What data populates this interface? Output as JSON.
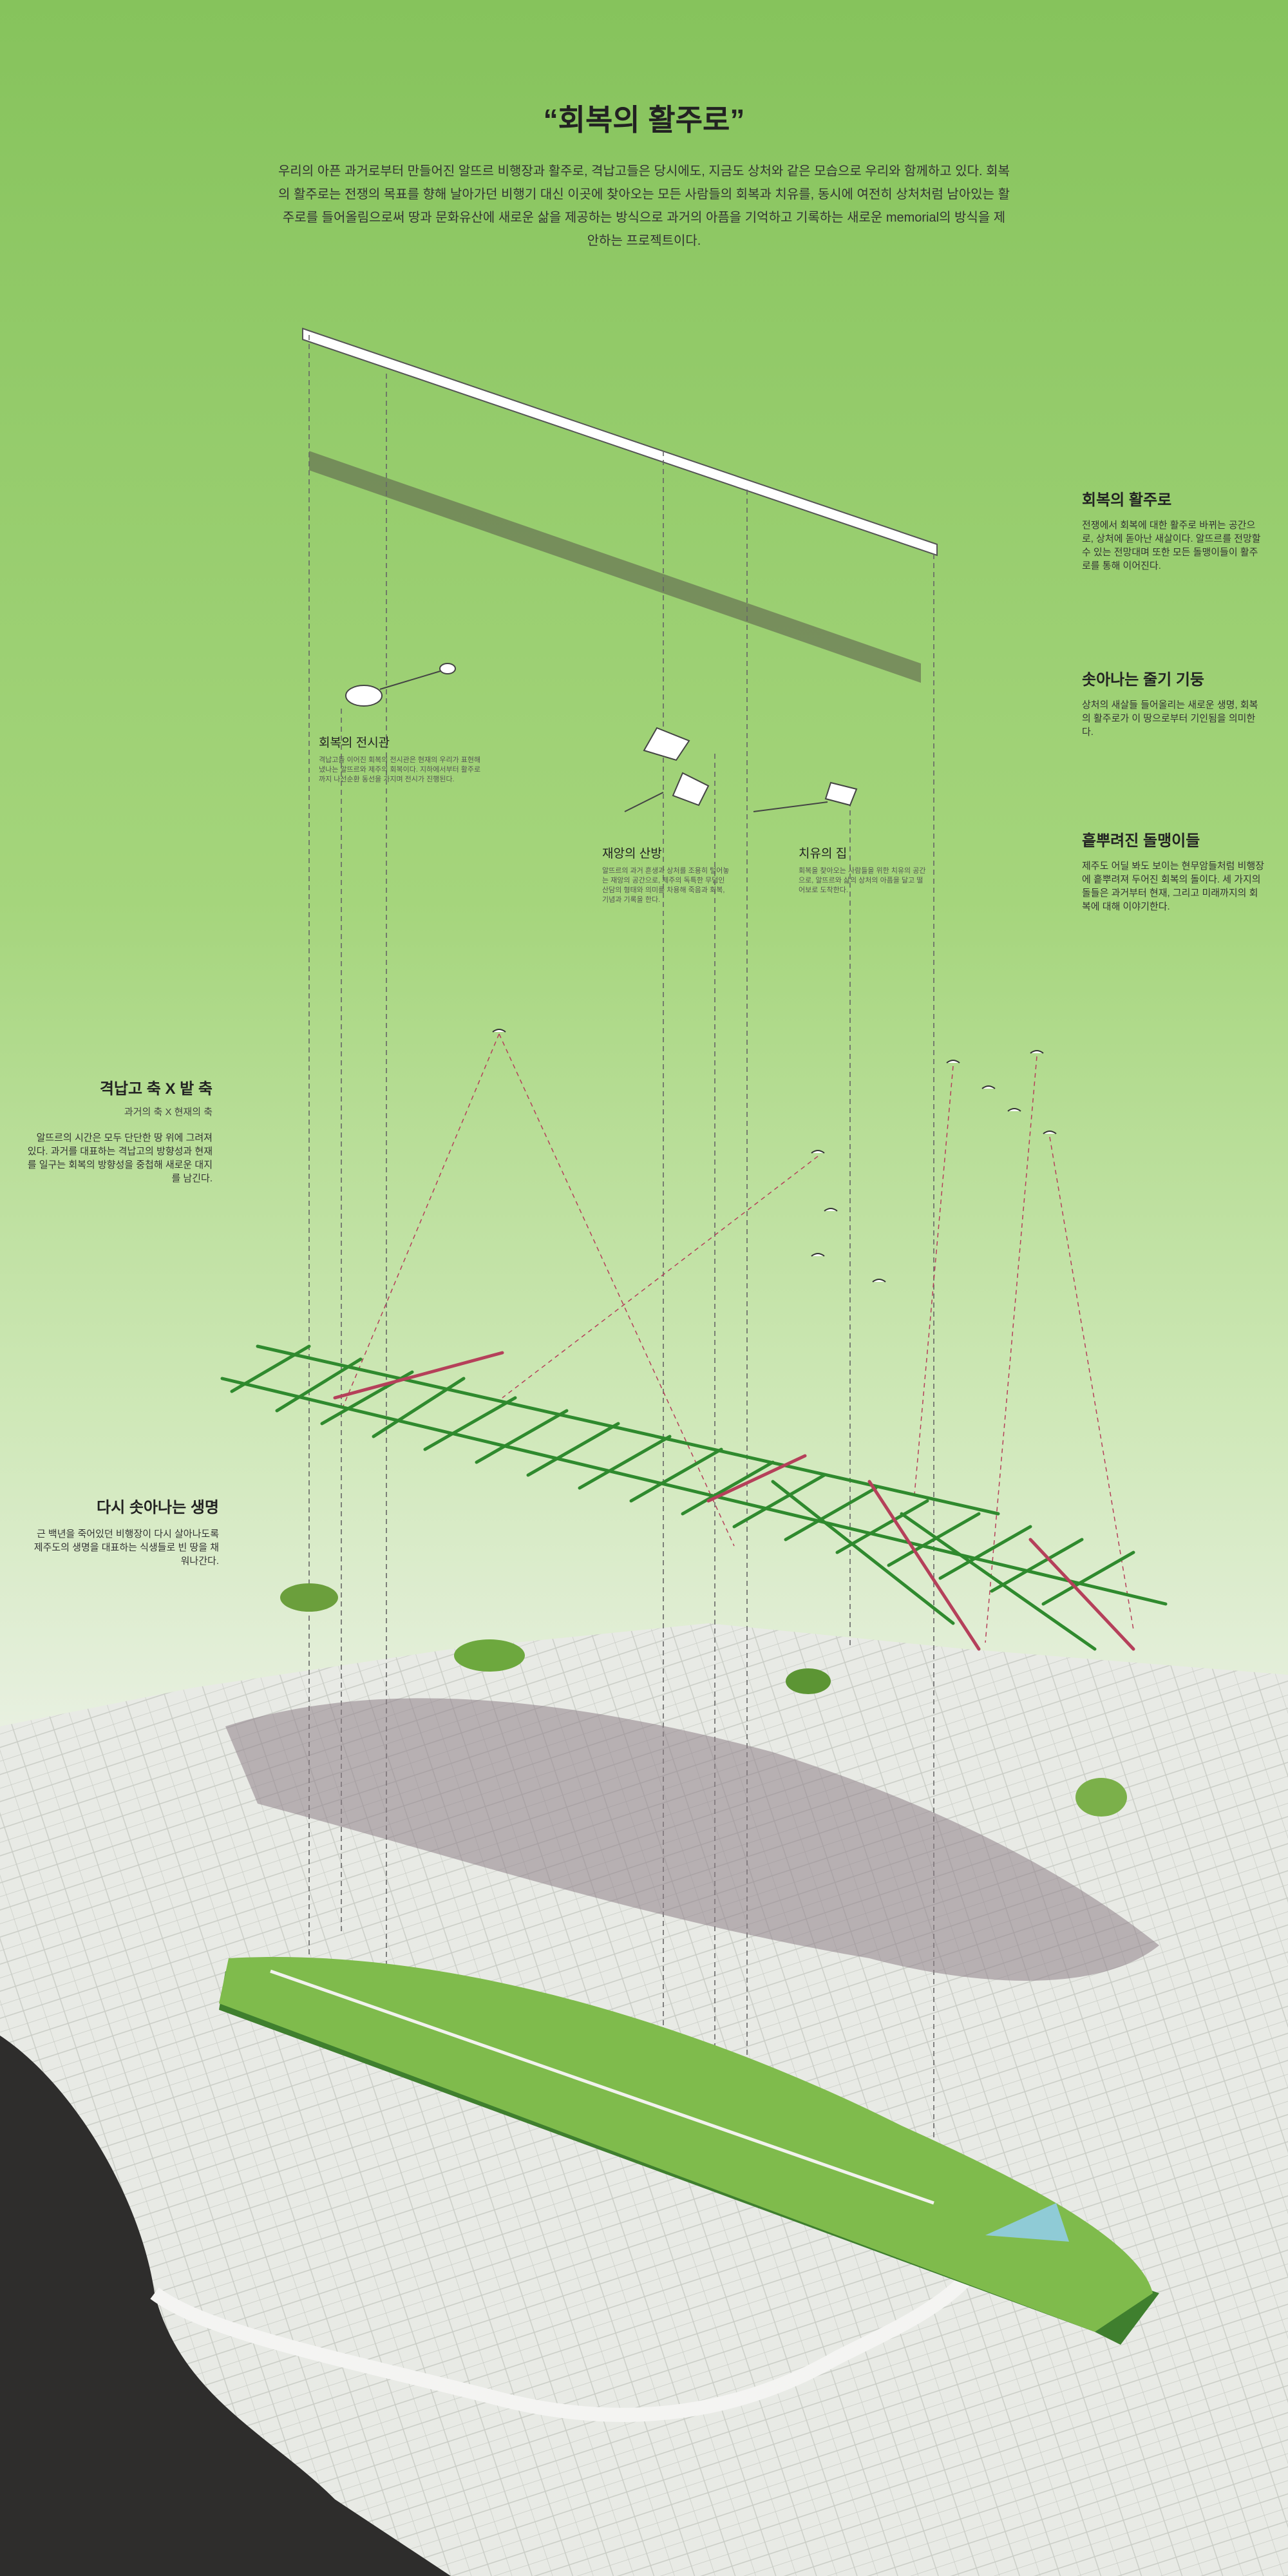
{
  "title": "“회복의 활주로”",
  "intro": "우리의 아픈 과거로부터 만들어진 알뜨르 비행장과 활주로, 격납고들은 당시에도, 지금도 상처와 같은 모습으로 우리와 함께하고 있다. 회복의 활주로는 전쟁의 목표를 향해 날아가던 비행기 대신 이곳에 찾아오는 모든 사람들의 회복과 치유를, 동시에 여전히 상처처럼 남아있는 활주로를 들어올림으로써 땅과 문화유산에 새로운 삶을 제공하는 방식으로 과거의 아픔을 기억하고 기록하는 새로운 memorial의 방식을 제안하는 프로젝트이다.",
  "right_notes": [
    {
      "heading": "회복의 활주로",
      "body": "전쟁에서 회복에 대한 활주로 바뀌는 공간으로, 상처에 돋아난 새살이다. 알뜨르를 전망할 수 있는 전망대며 또한 모든 돌맹이들이 활주로를 통해 이어진다."
    },
    {
      "heading": "솟아나는 줄기 기둥",
      "body": "상처의 새살들 들어올리는 새로운 생명, 회복의 활주로가 이 땅으로부터 기인됨을 의미한다."
    },
    {
      "heading": "흩뿌려진 돌맹이들",
      "body": "제주도 어딜 봐도 보이는 현무암들처럼 비행장에 흩뿌려져 두어진 회복의 돌이다. 세 가지의 돌들은 과거부터 현재, 그리고 미래까지의 회복에 대해 이야기한다."
    }
  ],
  "left_notes": [
    {
      "heading": "격납고 축 X 밭 축",
      "subheading": "과거의 축 X 현재의 축",
      "body": "알뜨르의 시간은 모두 단단한 땅 위에 그려져 있다. 과거를 대표하는 격납고의 방향성과 현재를 일구는 회복의 방향성을 중첩해 새로운 대지를 남긴다."
    },
    {
      "heading": "다시 솟아나는 생명",
      "body": "근 백년을 죽어있던 비행장이 다시 살아나도록 제주도의 생명을 대표하는 식생들로 빈 땅을 채워나간다."
    }
  ],
  "components": [
    {
      "label": "회복의 전시관",
      "body": "격납고들 이어진 회복의 전시관은 현재의 우리가 표현해냈나는 알뜨르와 제주의 회복이다. 지하에서부터 활주로까지 나선순환 동선을 가지며 전시가 진행된다."
    },
    {
      "label": "재앙의 산방",
      "body": "알뜨르의 과거 흔생과 상처를 조용히 털어놓는 재앙의 공간으로, 제주의 독특한 무덤인 산담의 형태와 의미를 차용해 죽음과 회복, 기념과 기록을 한다."
    },
    {
      "label": "치유의 집",
      "body": "회복을 찾아오는 사람들을 위한 치유의 공간으로, 알뜨르와 삶의 상처의 아픔을 달고 떨어보로 도착한다."
    }
  ],
  "colors": {
    "sky_top": "#86c35c",
    "sky_mid": "#a9d67f",
    "map_bg": "#e4e6e0",
    "grid_green": "#2f8a2e",
    "grid_red": "#b5405a",
    "dark_sea": "#2e2d2c"
  }
}
